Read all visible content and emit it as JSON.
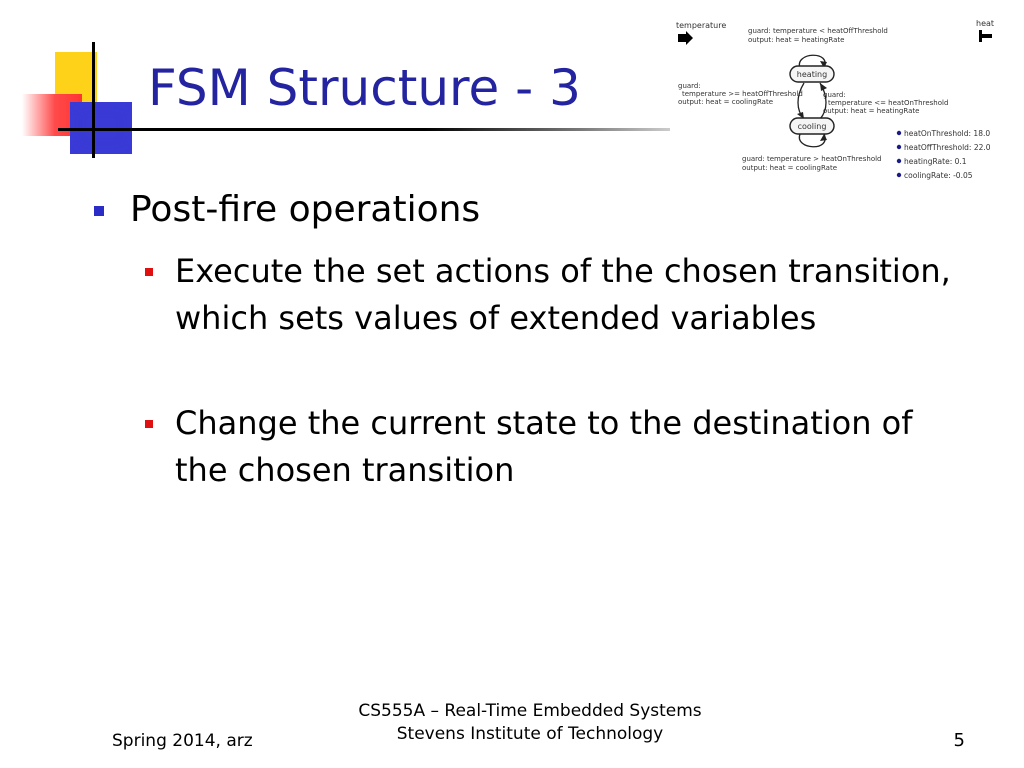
{
  "slide": {
    "title": "FSM Structure - 3",
    "bullets": [
      {
        "text": "Post-fire operations",
        "children": [
          "Execute the set actions of the chosen transition, which sets values of extended variables",
          "Change the current state to the destination of the chosen transition"
        ]
      }
    ]
  },
  "diagram": {
    "input_port": "temperature",
    "output_port": "heat",
    "states": [
      "heating",
      "cooling"
    ],
    "transitions": [
      {
        "guard": "guard: temperature < heatOffThreshold",
        "output": "output: heat = heatingRate"
      },
      {
        "guard_label": "guard:",
        "guard": "temperature >= heatOffThreshold",
        "output": "output: heat = coolingRate"
      },
      {
        "guard_label": "guard:",
        "guard": "temperature <= heatOnThreshold",
        "output": "output: heat = heatingRate"
      },
      {
        "guard": "guard: temperature > heatOnThreshold",
        "output": "output: heat = coolingRate"
      }
    ],
    "parameters": [
      "heatOnThreshold: 18.0",
      "heatOffThreshold: 22.0",
      "heatingRate: 0.1",
      "coolingRate: -0.05"
    ]
  },
  "footer": {
    "left": "Spring 2014, arz",
    "center_line1": "CS555A – Real-Time Embedded Systems",
    "center_line2": "Stevens Institute of Technology",
    "page_number": "5"
  },
  "colors": {
    "title": "#2424a0",
    "level1_bullet": "#2b2bc8",
    "level2_bullet": "#e01010",
    "ornament_yellow": "#ffd21a",
    "ornament_blue": "#3a3ad6",
    "ornament_red": "#ff4a4a"
  }
}
